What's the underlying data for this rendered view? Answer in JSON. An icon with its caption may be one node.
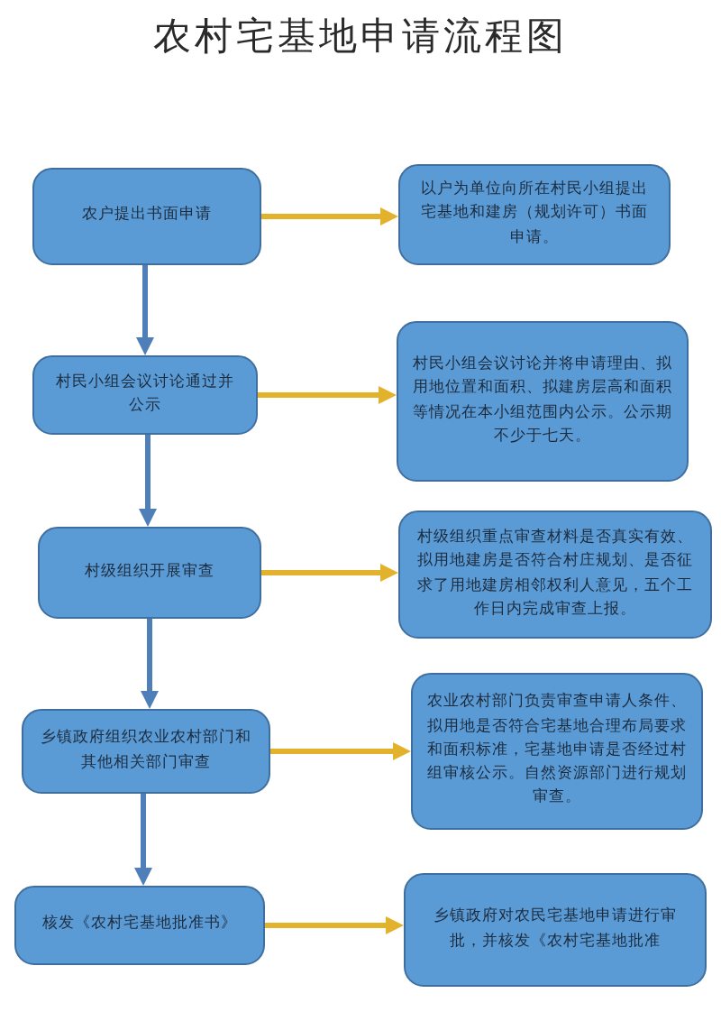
{
  "diagram": {
    "title": "农村宅基地申请流程图",
    "nodes": [
      {
        "text": [
          "农户提出书面申请"
        ]
      },
      {
        "text": [
          "以户为单位向所在村民小组提出宅基地和建房（规划许可）书面申请。"
        ]
      },
      {
        "text": [
          "村民小组会议讨论通过并公示"
        ]
      },
      {
        "text": [
          "村民小组会议讨论并将申请理由、拟用地位置和面积、拟建房层高和面积等情况在本小组范围内公示。公示期不少于七天。"
        ]
      },
      {
        "text": [
          "村级组织开展审查"
        ]
      },
      {
        "text": [
          "村级组织重点审查材料是否真实有效、拟用地建房是否符合村庄规划、是否征求了用地建房相邻权利人意见，五个工作日内完成审查上报。"
        ]
      },
      {
        "text": [
          "乡镇政府组织农业农村部门和其他相关部门审查"
        ]
      },
      {
        "text": [
          "农业农村部门负责审查申请人条件、拟用地是否符合宅基地合理布局要求和面积标准，宅基地申请是否经过村组审核公示。自然资源部门进行规划审查。"
        ]
      },
      {
        "text": [
          "核发《农村宅基地批准书》"
        ]
      },
      {
        "text": [
          "乡镇政府对农民宅基地申请进行审批，并核发《农村宅基地批准"
        ]
      }
    ],
    "edges": [
      {
        "from": 0,
        "to": 1,
        "arrow": "to"
      },
      {
        "from": 0,
        "to": 2,
        "arrow": "to",
        "color": "#4f7fb8"
      },
      {
        "from": 2,
        "to": 3,
        "arrow": "to"
      },
      {
        "from": 2,
        "to": 4,
        "arrow": "to",
        "color": "#4f7fb8"
      },
      {
        "from": 4,
        "to": 5,
        "arrow": "to"
      },
      {
        "from": 4,
        "to": 6,
        "arrow": "to",
        "color": "#4f7fb8"
      },
      {
        "from": 6,
        "to": 7,
        "arrow": "to"
      },
      {
        "from": 6,
        "to": 8,
        "arrow": "to",
        "color": "#4f7fb8"
      },
      {
        "from": 8,
        "to": 9,
        "arrow": "to"
      }
    ]
  }
}
